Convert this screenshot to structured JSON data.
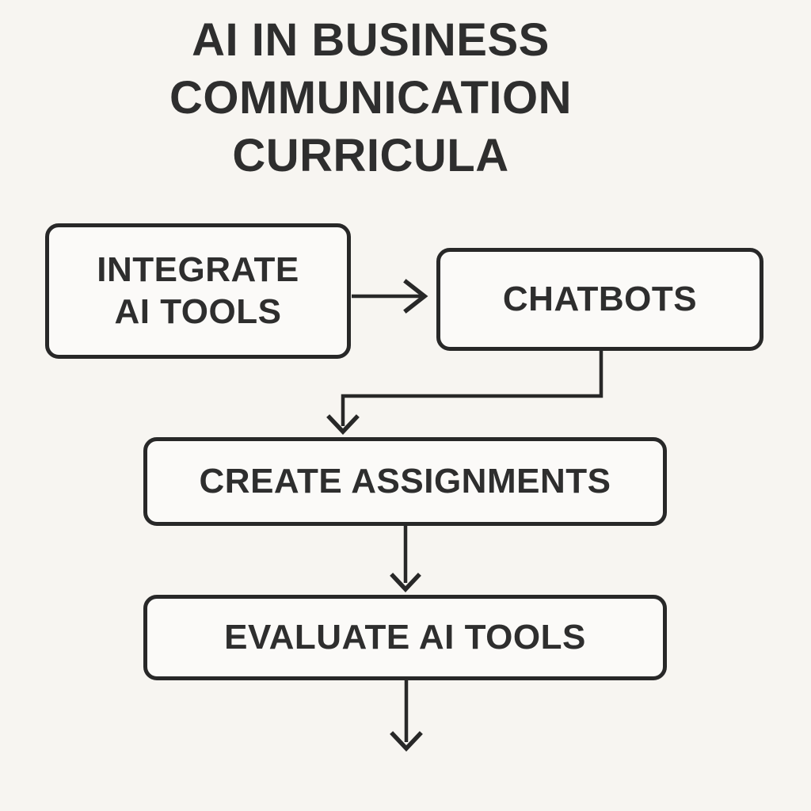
{
  "title": "AI IN BUSINESS\nCOMMUNICATION\nCURRICULA",
  "nodes": [
    {
      "id": "integrate-ai-tools",
      "label": "INTEGRATE\nAI TOOLS"
    },
    {
      "id": "chatbots",
      "label": "CHATBOTS"
    },
    {
      "id": "create-assignments",
      "label": "CREATE ASSIGNMENTS"
    },
    {
      "id": "evaluate-ai-tools",
      "label": "EVALUATE AI TOOLS"
    }
  ],
  "edges": [
    {
      "from": "integrate-ai-tools",
      "to": "chatbots",
      "style": "straight-right-arrow"
    },
    {
      "from": "chatbots",
      "to": "create-assignments",
      "style": "elbow-down-left-down-arrow"
    },
    {
      "from": "create-assignments",
      "to": "evaluate-ai-tools",
      "style": "straight-down-arrow"
    },
    {
      "from": "evaluate-ai-tools",
      "to": "",
      "style": "exit-down-arrow"
    }
  ],
  "colors": {
    "background": "#f7f5f1",
    "node_fill": "#fbfaf8",
    "ink": "#282828",
    "text": "#2e2e2e"
  }
}
